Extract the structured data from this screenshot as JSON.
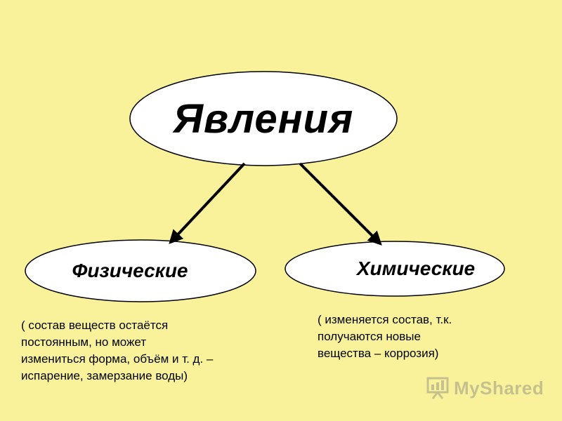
{
  "diagram": {
    "root": {
      "label": "Явления"
    },
    "branches": [
      {
        "label": "Физические",
        "description": [
          "( состав веществ остаётся",
          " постоянным, но может",
          " измениться форма, объём и т. д. –",
          "испарение, замерзание воды)"
        ]
      },
      {
        "label": "Химические",
        "description": [
          "( изменяется состав, т.к.",
          "получаются новые",
          " вещества – коррозия)"
        ]
      }
    ]
  },
  "watermark": {
    "text": "MyShared",
    "icon": "presentation-board-icon"
  },
  "colors": {
    "background": "#FAF29A",
    "ellipse_fill": "#FFFFFF",
    "stroke": "#000000"
  }
}
